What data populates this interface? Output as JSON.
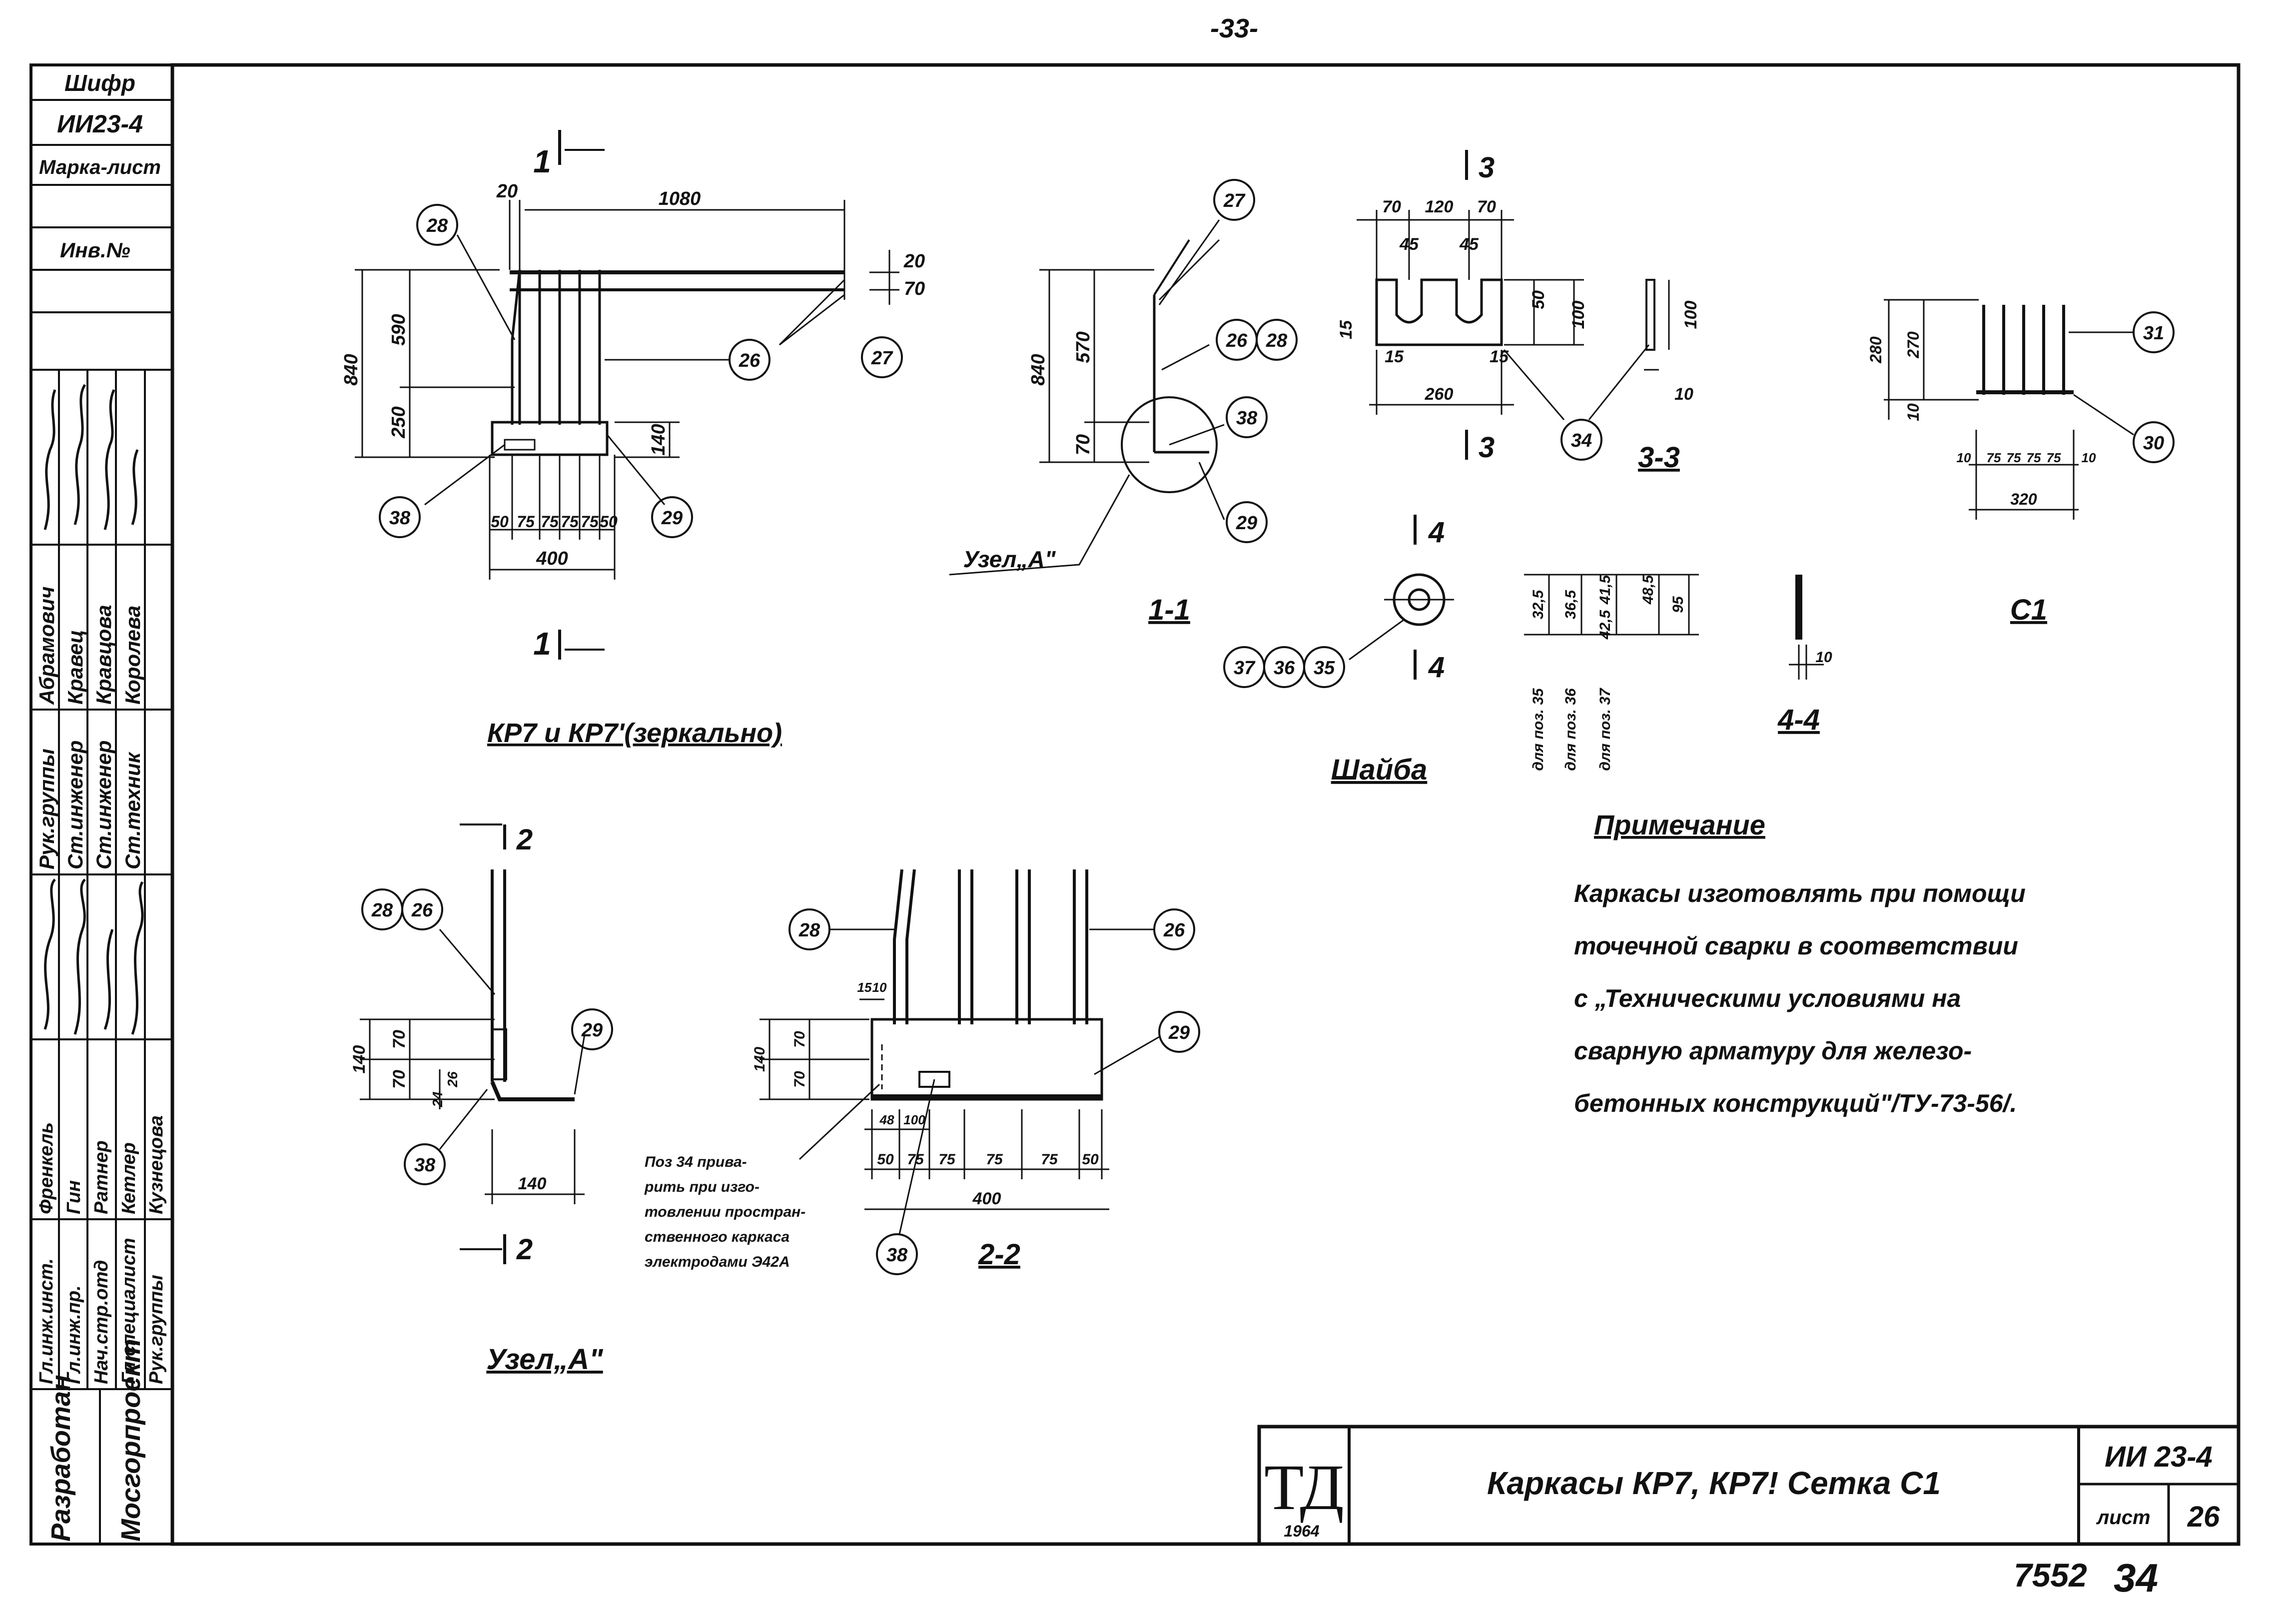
{
  "page_number": "-33-",
  "stamp": {
    "code_header": "Шифр",
    "code_value": "ИИ23-4",
    "sheet_mark": "Марка-лист",
    "inv_no": "Инв.№"
  },
  "side_block": {
    "roles": [
      "Рук.группы",
      "Ст.инженер",
      "Ст.инженер",
      "Ст.техник"
    ],
    "names": [
      "Абрамович",
      "Кравец",
      "Кравцова",
      "Королева"
    ],
    "roles2": [
      "Гл.инж.инст.",
      "Гл.инж.пр.",
      "Нач.стр.отд",
      "Гл.специалист",
      "Рук.группы"
    ],
    "names2": [
      "Френкель",
      "Гин",
      "Ратнер",
      "Кетлер",
      "Кузнецова"
    ],
    "org_developed": "Разработан",
    "org_name": "Мосгорпроект"
  },
  "views": {
    "kr7_title": "КР7 и КР7'(зеркально)",
    "section11": "1-1",
    "node_a_ref": "Узел„А\"",
    "section33": "3-3",
    "washer_title": "Шайба",
    "section44": "4-4",
    "mesh_title": "С1",
    "node_a_title": "Узел„А\"",
    "section22": "2-2",
    "section_marks": [
      "1",
      "1",
      "3",
      "3",
      "4",
      "4",
      "2",
      "2"
    ]
  },
  "dims": {
    "kr7": [
      "20",
      "1080",
      "20",
      "70",
      "840",
      "590",
      "250",
      "140",
      "50",
      "75",
      "75",
      "75",
      "75",
      "50",
      "400"
    ],
    "s11": [
      "840",
      "570",
      "70"
    ],
    "s33": [
      "70",
      "120",
      "70",
      "45",
      "45",
      "15",
      "15",
      "15",
      "50",
      "100",
      "260",
      "100",
      "10"
    ],
    "washer": [
      "32,5",
      "36,5",
      "41,5",
      "42,5",
      "48,5",
      "95",
      "для поз. 35",
      "для поз. 36",
      "для поз. 37",
      "10"
    ],
    "c1": [
      "280",
      "270",
      "10",
      "10",
      "75",
      "75",
      "75",
      "75",
      "10",
      "320"
    ],
    "nodeA": [
      "140",
      "70",
      "70",
      "24",
      "26",
      "140"
    ],
    "s22": [
      "15",
      "10",
      "140",
      "70",
      "70",
      "48",
      "100",
      "50",
      "75",
      "75",
      "75",
      "75",
      "50",
      "400"
    ]
  },
  "callouts": {
    "kr7": [
      "28",
      "26",
      "27",
      "38",
      "29"
    ],
    "s11": [
      "27",
      "26",
      "28",
      "38",
      "29"
    ],
    "s33": [
      "34"
    ],
    "washer": [
      "37",
      "36",
      "35"
    ],
    "c1": [
      "31",
      "30"
    ],
    "nodeA": [
      "28",
      "26",
      "29",
      "38"
    ],
    "s22": [
      "28",
      "26",
      "29",
      "38"
    ]
  },
  "pos34_note": [
    "Поз 34 прива-",
    "рить при изго-",
    "товлении простран-",
    "ственного каркаса",
    "электродами Э42А"
  ],
  "note": {
    "title": "Примечание",
    "lines": [
      "Каркасы изготовлять при помощи",
      "точечной сварки в соответствии",
      "с „Техническими условиями на",
      "сварную арматуру для железо-",
      "бетонных конструкций\"/ТУ-73-56/."
    ]
  },
  "title_block": {
    "logo": "ТД",
    "year": "1964",
    "title": "Каркасы КР7, КР7! Сетка С1",
    "code": "ИИ 23-4",
    "sheet_label": "лист",
    "sheet_no": "26"
  },
  "footer": [
    "7552",
    "34"
  ]
}
